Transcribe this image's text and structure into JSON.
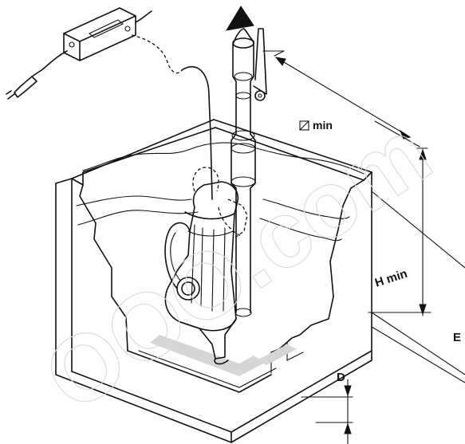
{
  "labels": {
    "width_min": "min",
    "height_min": "H min",
    "depth": "D",
    "e_label": "E"
  },
  "watermark": "OOO.com",
  "colors": {
    "line": "#111111",
    "background": "#ffffff",
    "shade": "#d6d6d6",
    "watermark": "#d9d9d9"
  }
}
